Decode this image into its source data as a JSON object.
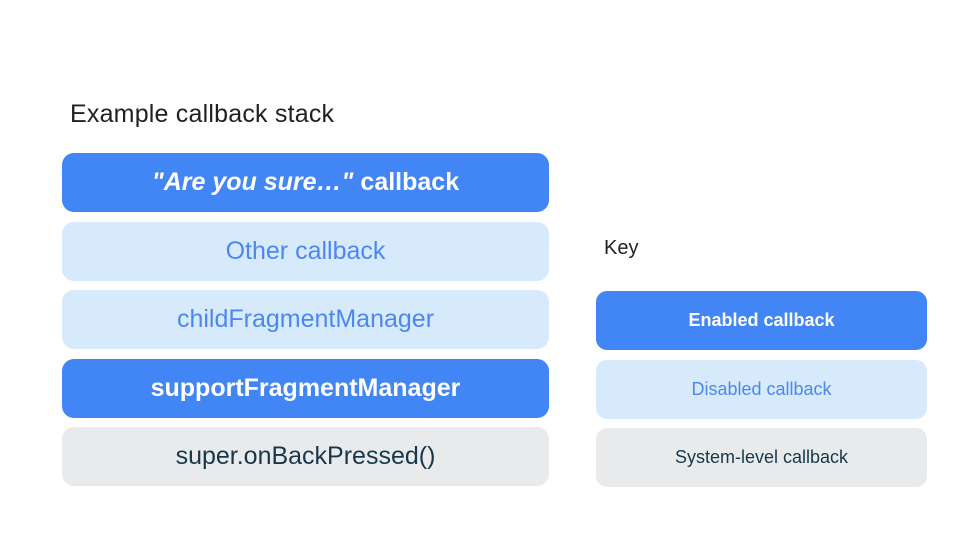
{
  "title": "Example callback stack",
  "colors": {
    "enabled_bg": "#4285F4",
    "enabled_text": "#FFFFFF",
    "disabled_bg": "#D7EAFC",
    "disabled_text": "#4C87F0",
    "system_bg": "#E9EAEB",
    "system_text": "#17384C"
  },
  "stack": {
    "items": [
      {
        "label_italic": "\"Are you sure…\"",
        "label_rest": "callback",
        "type": "enabled"
      },
      {
        "label": "Other callback",
        "type": "disabled"
      },
      {
        "label": "childFragmentManager",
        "type": "disabled"
      },
      {
        "label": "supportFragmentManager",
        "type": "enabled"
      },
      {
        "label": "super.onBackPressed()",
        "type": "system"
      }
    ]
  },
  "key": {
    "heading": "Key",
    "items": [
      {
        "label": "Enabled callback",
        "type": "enabled"
      },
      {
        "label": "Disabled callback",
        "type": "disabled"
      },
      {
        "label": "System-level callback",
        "type": "system"
      }
    ]
  }
}
